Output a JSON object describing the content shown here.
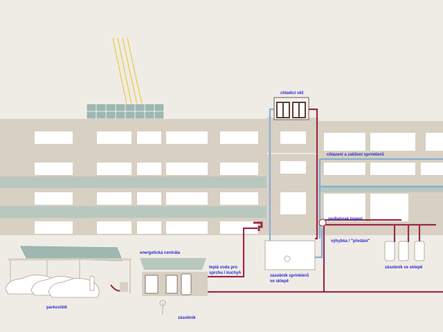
{
  "labels": {
    "cooling_tower": "chladicí věž",
    "cooling_sprinklers": "chlazení a zatížení sprinklerů",
    "floor_heating": "podlahové topení",
    "switch": "výhybka / \"předání\"",
    "basement_storage": "zásobník ve sklepě",
    "energy_center": "energetická centrála",
    "hot_water_1": "teplá voda pro",
    "hot_water_2": "sprchu / kuchyň",
    "sprinkler_storage_1": "zásobník sprinklerů",
    "sprinkler_storage_2": "ve sklepě",
    "storage": "zásobník",
    "parking": "parkoviště"
  },
  "colors": {
    "background": "#efece6",
    "building": "#d8d0c2",
    "stripe": "#b9c8bf",
    "hot_pipe": "#9b2a4a",
    "cold_pipe": "#86aed3",
    "label": "#2a2ad0",
    "sun_rays": "#f0c840"
  }
}
